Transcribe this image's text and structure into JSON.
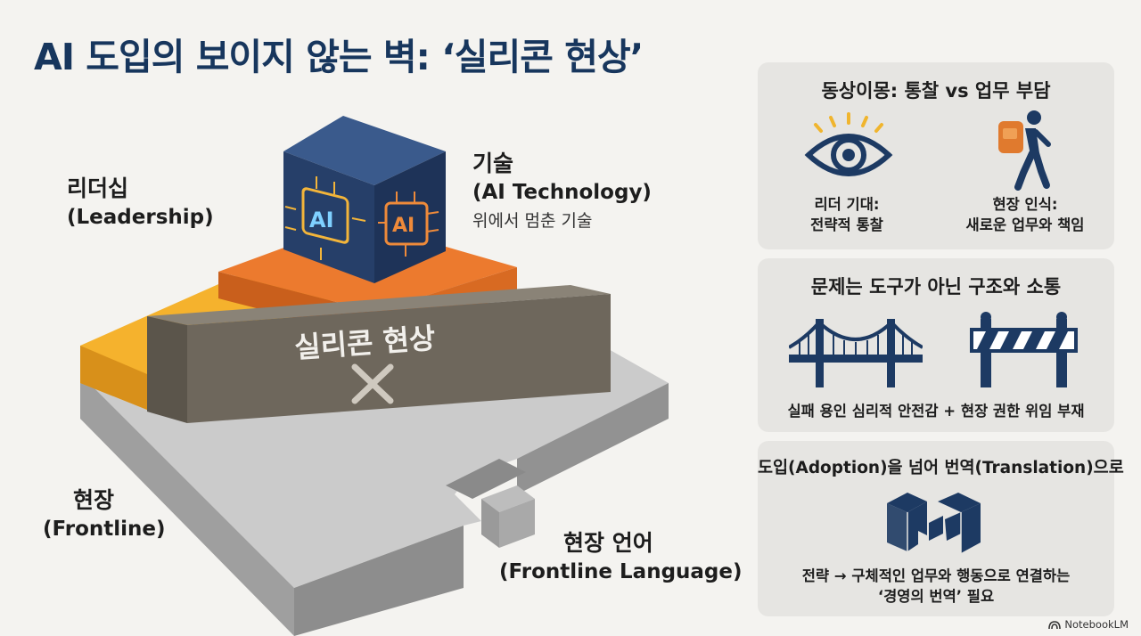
{
  "title": "AI 도입의 보이지 않는 벽: ‘실리콘 현상’",
  "diagram": {
    "leadership": {
      "name": "리더십",
      "sub": "(Leadership)"
    },
    "technology": {
      "name": "기술",
      "sub": "(AI Technology)",
      "desc": "위에서 멈춘 기술"
    },
    "frontline": {
      "name": "현장",
      "sub": "(Frontline)"
    },
    "frontline_language": {
      "name": "현장 언어",
      "sub": "(Frontline Language)"
    },
    "wall_label": "실리콘 현상",
    "cube_face_left": "AI",
    "cube_face_right": "AI",
    "colors": {
      "leadership": "#f5b22d",
      "tech_layer": "#ec7a2e",
      "wall": "#6e675c",
      "base": "#b8b8b8",
      "cube": "#24406b"
    }
  },
  "panels": {
    "p1": {
      "title": "동상이몽: 통찰 vs 업무 부담",
      "left": {
        "icon": "eye-icon",
        "line1": "리더 기대:",
        "line2": "전략적 통찰"
      },
      "right": {
        "icon": "hiker-backpack-icon",
        "line1": "현장 인식:",
        "line2": "새로운 업무와 책임"
      }
    },
    "p2": {
      "title": "문제는 도구가 아닌 구조와 소통",
      "icons": [
        "bridge-icon",
        "barrier-icon"
      ],
      "caption": "실패 용인 심리적 안전감 + 현장 권한 위임 부재"
    },
    "p3": {
      "title": "도입(Adoption)을 넘어 번역(Translation)으로",
      "icon": "puzzle-cube-icon",
      "line1": "전략 → 구체적인 업무와 행동으로 연결하는",
      "line2": "‘경영의 번역’ 필요"
    }
  },
  "brand": "NotebookLM"
}
